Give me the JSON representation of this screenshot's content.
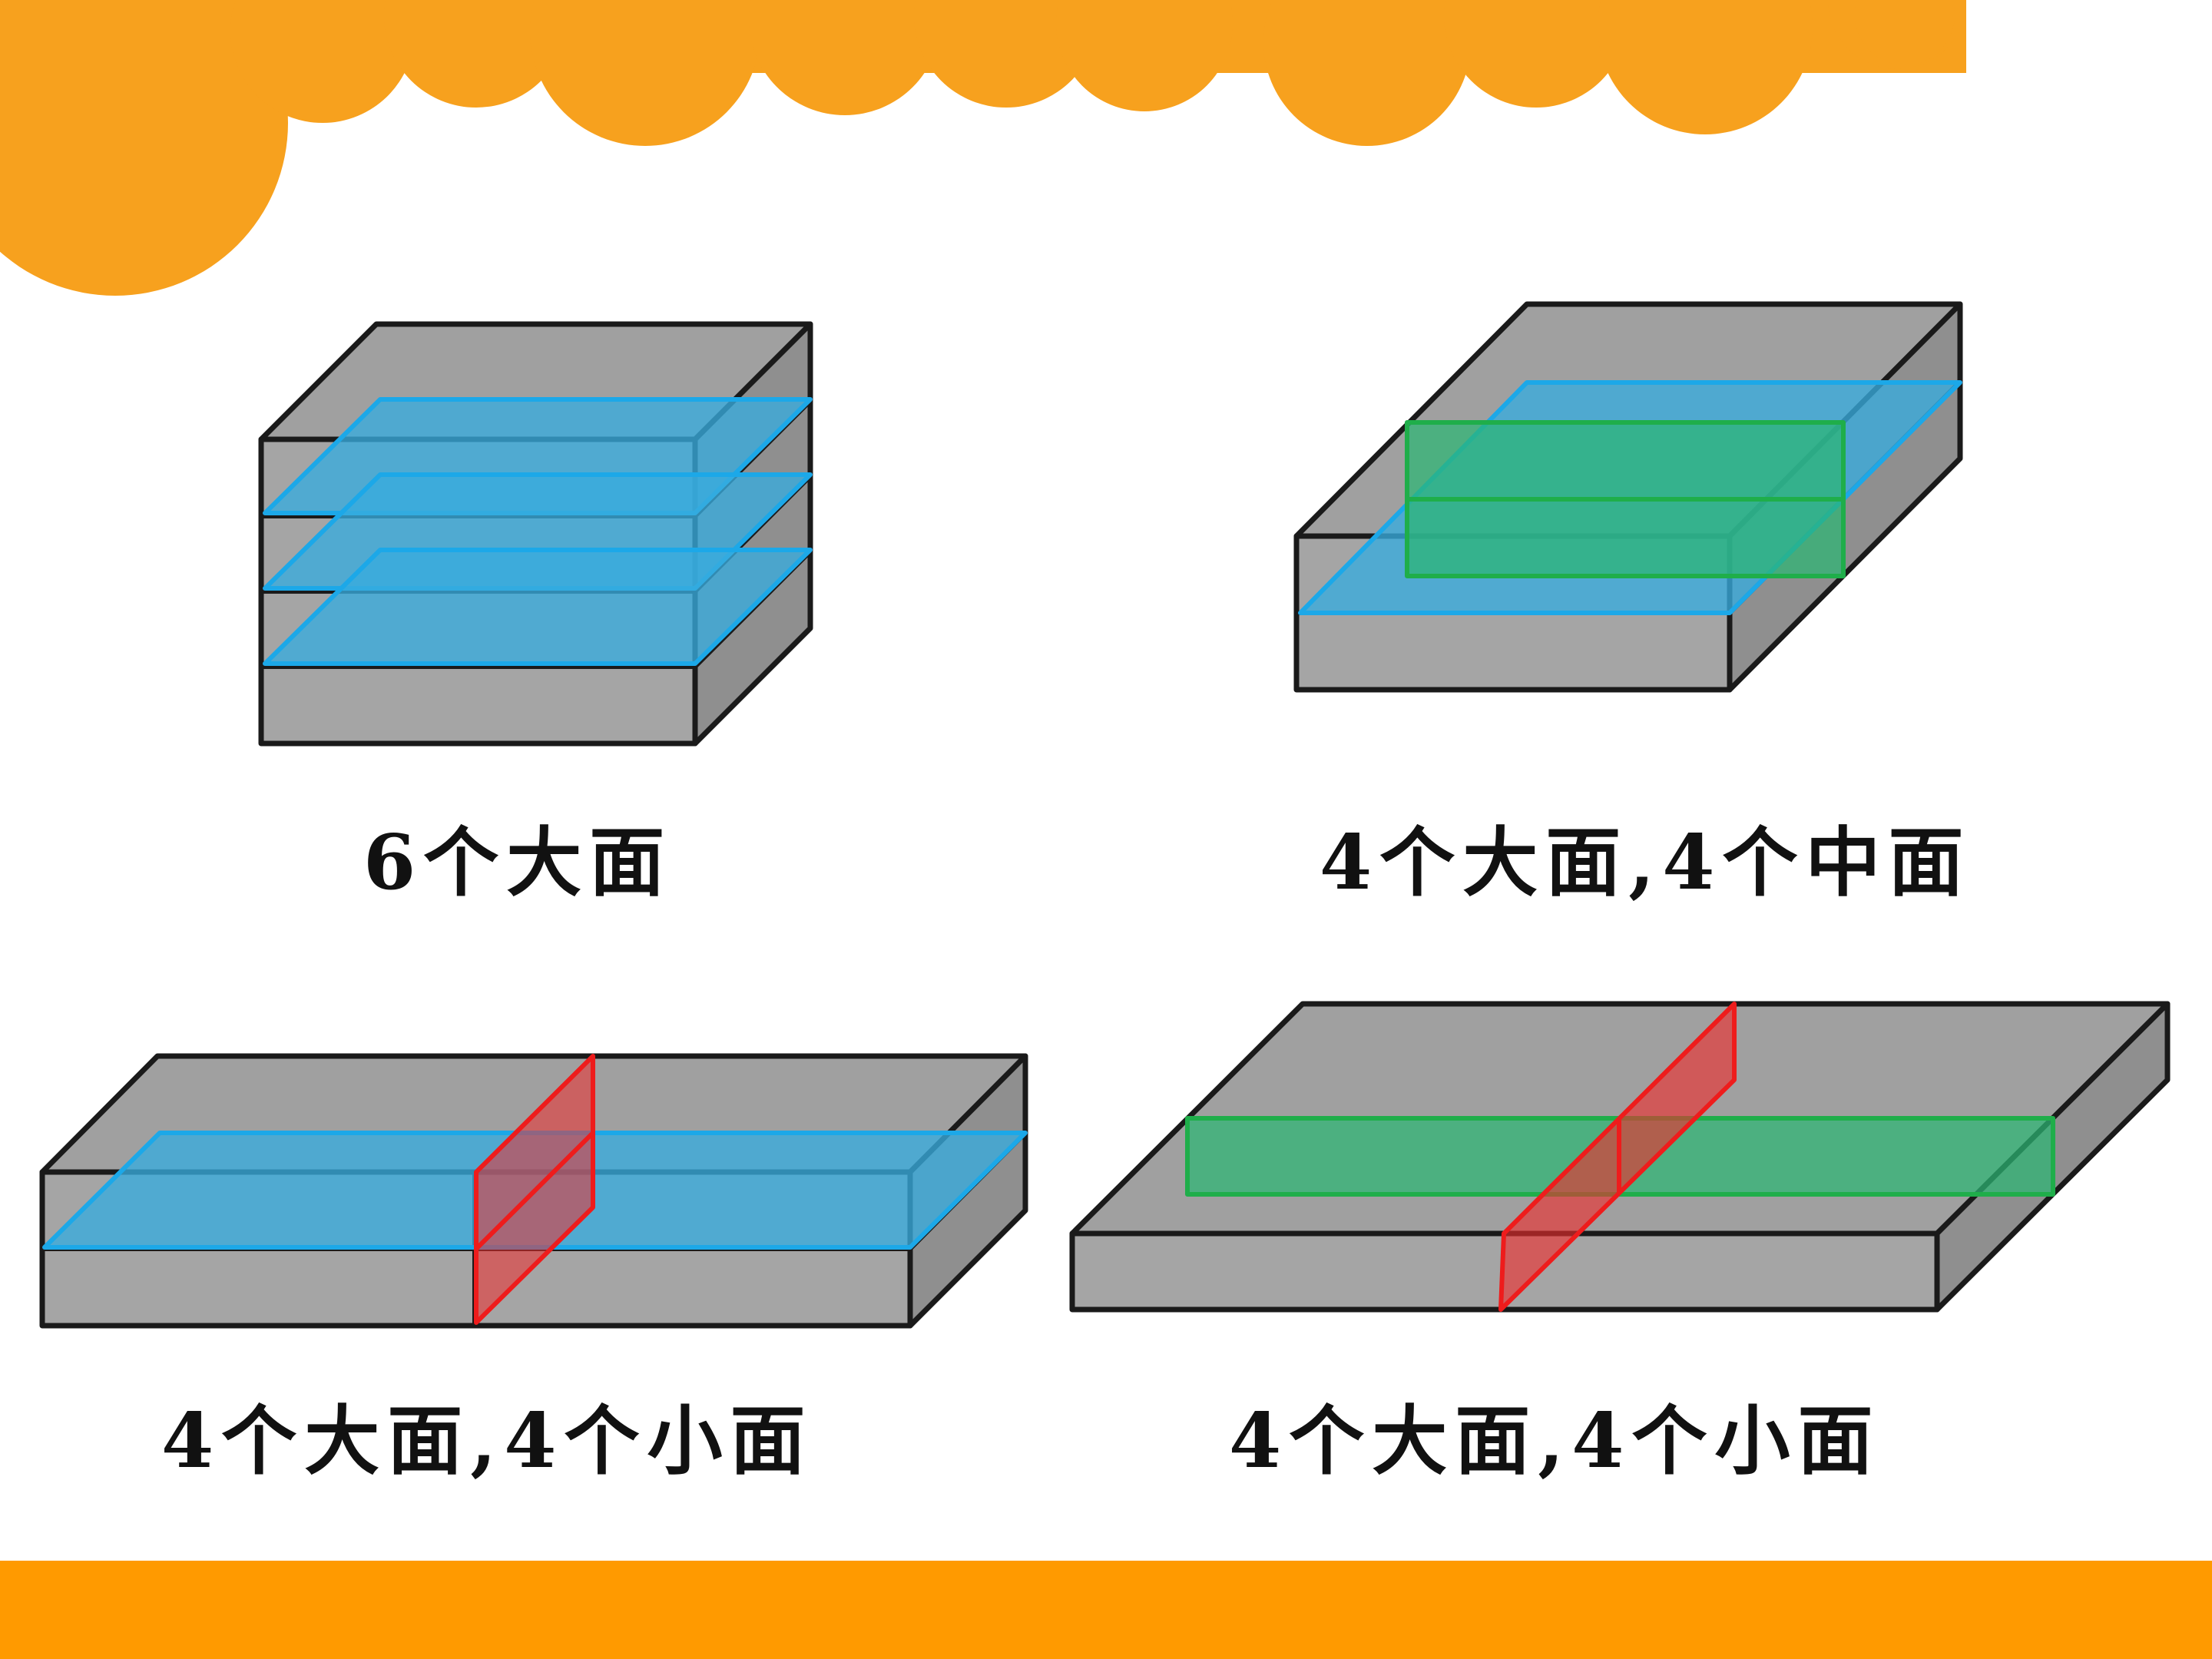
{
  "colors": {
    "banner_orange": "#F7A11E",
    "footer_orange": "#FF9A00",
    "block_front": "#A5A5A5",
    "block_top": "#A0A0A0",
    "block_side": "#8F8F8F",
    "outline": "#1A1A1A",
    "big_face": "#38ACDE",
    "medium_face": "#2BB673",
    "small_face": "#EE2D2D"
  },
  "figures": [
    {
      "id": "a",
      "caption": "6个大面"
    },
    {
      "id": "b",
      "caption": "4个大面,4个中面"
    },
    {
      "id": "c",
      "caption": "4个大面,4个小面"
    },
    {
      "id": "d",
      "caption": "4个大面,4个小面"
    }
  ]
}
